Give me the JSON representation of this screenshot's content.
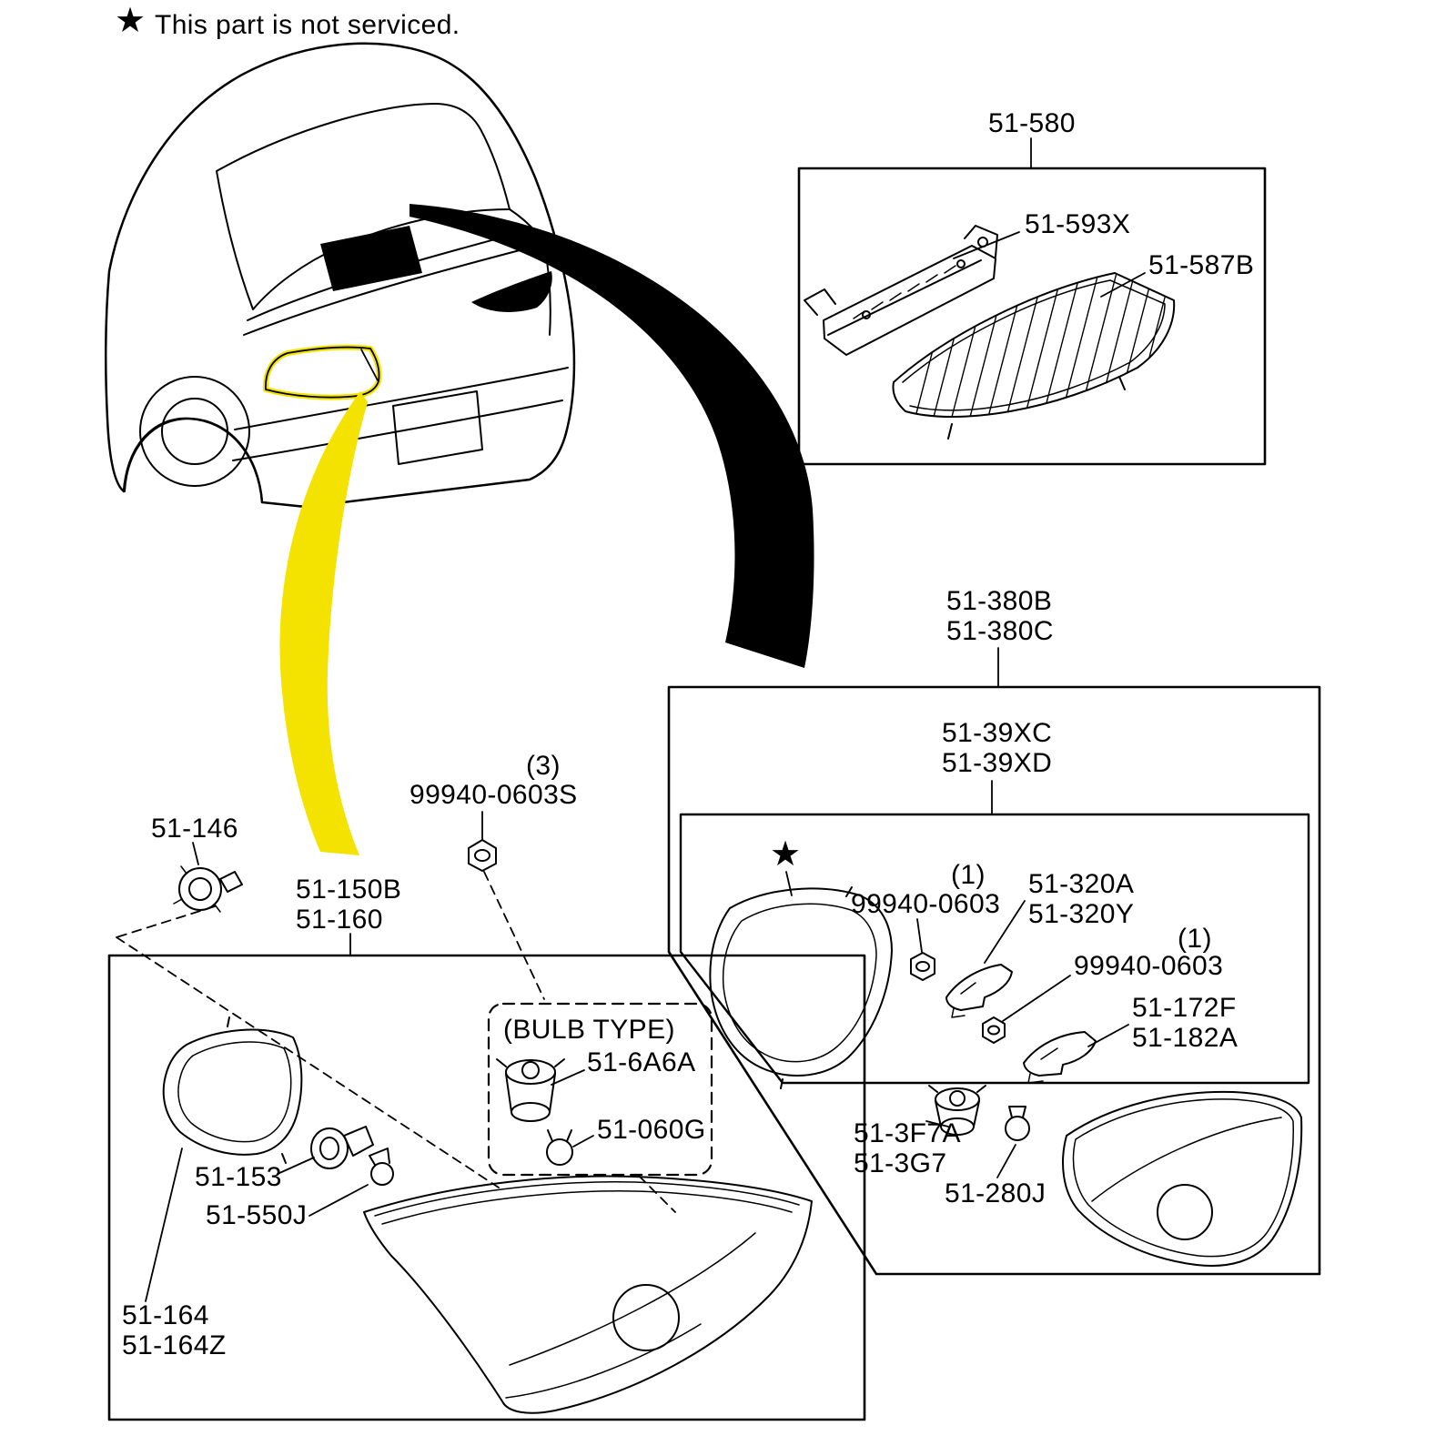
{
  "note": {
    "star": "★",
    "text": "This part is not serviced."
  },
  "colors": {
    "highlight": "#F4E300",
    "ink": "#000000",
    "paper": "#FFFFFF"
  },
  "callouts": {
    "high_mount_assembly": "51-580",
    "high_mount_housing": "51-593X",
    "high_mount_lens": "51-587B",
    "rear_lamp_assy_a": "51-380B",
    "rear_lamp_assy_b": "51-380C",
    "inner_unit_a": "51-39XC",
    "inner_unit_b": "51-39XD",
    "nut_3s_qty": "(3)",
    "nut_3s": "99940-0603S",
    "socket_146": "51-146",
    "outer_lamp_assy_a": "51-150B",
    "outer_lamp_assy_b": "51-160",
    "not_serviced_star": "★",
    "nut_a_qty": "(1)",
    "nut_a": "99940-0603",
    "bracket_a1": "51-320A",
    "bracket_a2": "51-320Y",
    "nut_b_qty": "(1)",
    "nut_b": "99940-0603",
    "bracket_b1": "51-172F",
    "bracket_b2": "51-182A",
    "socket_inner_a": "51-3F7A",
    "socket_inner_b": "51-3G7",
    "bulb_inner": "51-280J",
    "bulb_type_heading": "(BULB TYPE)",
    "bulb_socket": "51-6A6A",
    "bulb": "51-060G",
    "socket_153": "51-153",
    "bulb_550j": "51-550J",
    "seal_a": "51-164",
    "seal_b": "51-164Z"
  }
}
